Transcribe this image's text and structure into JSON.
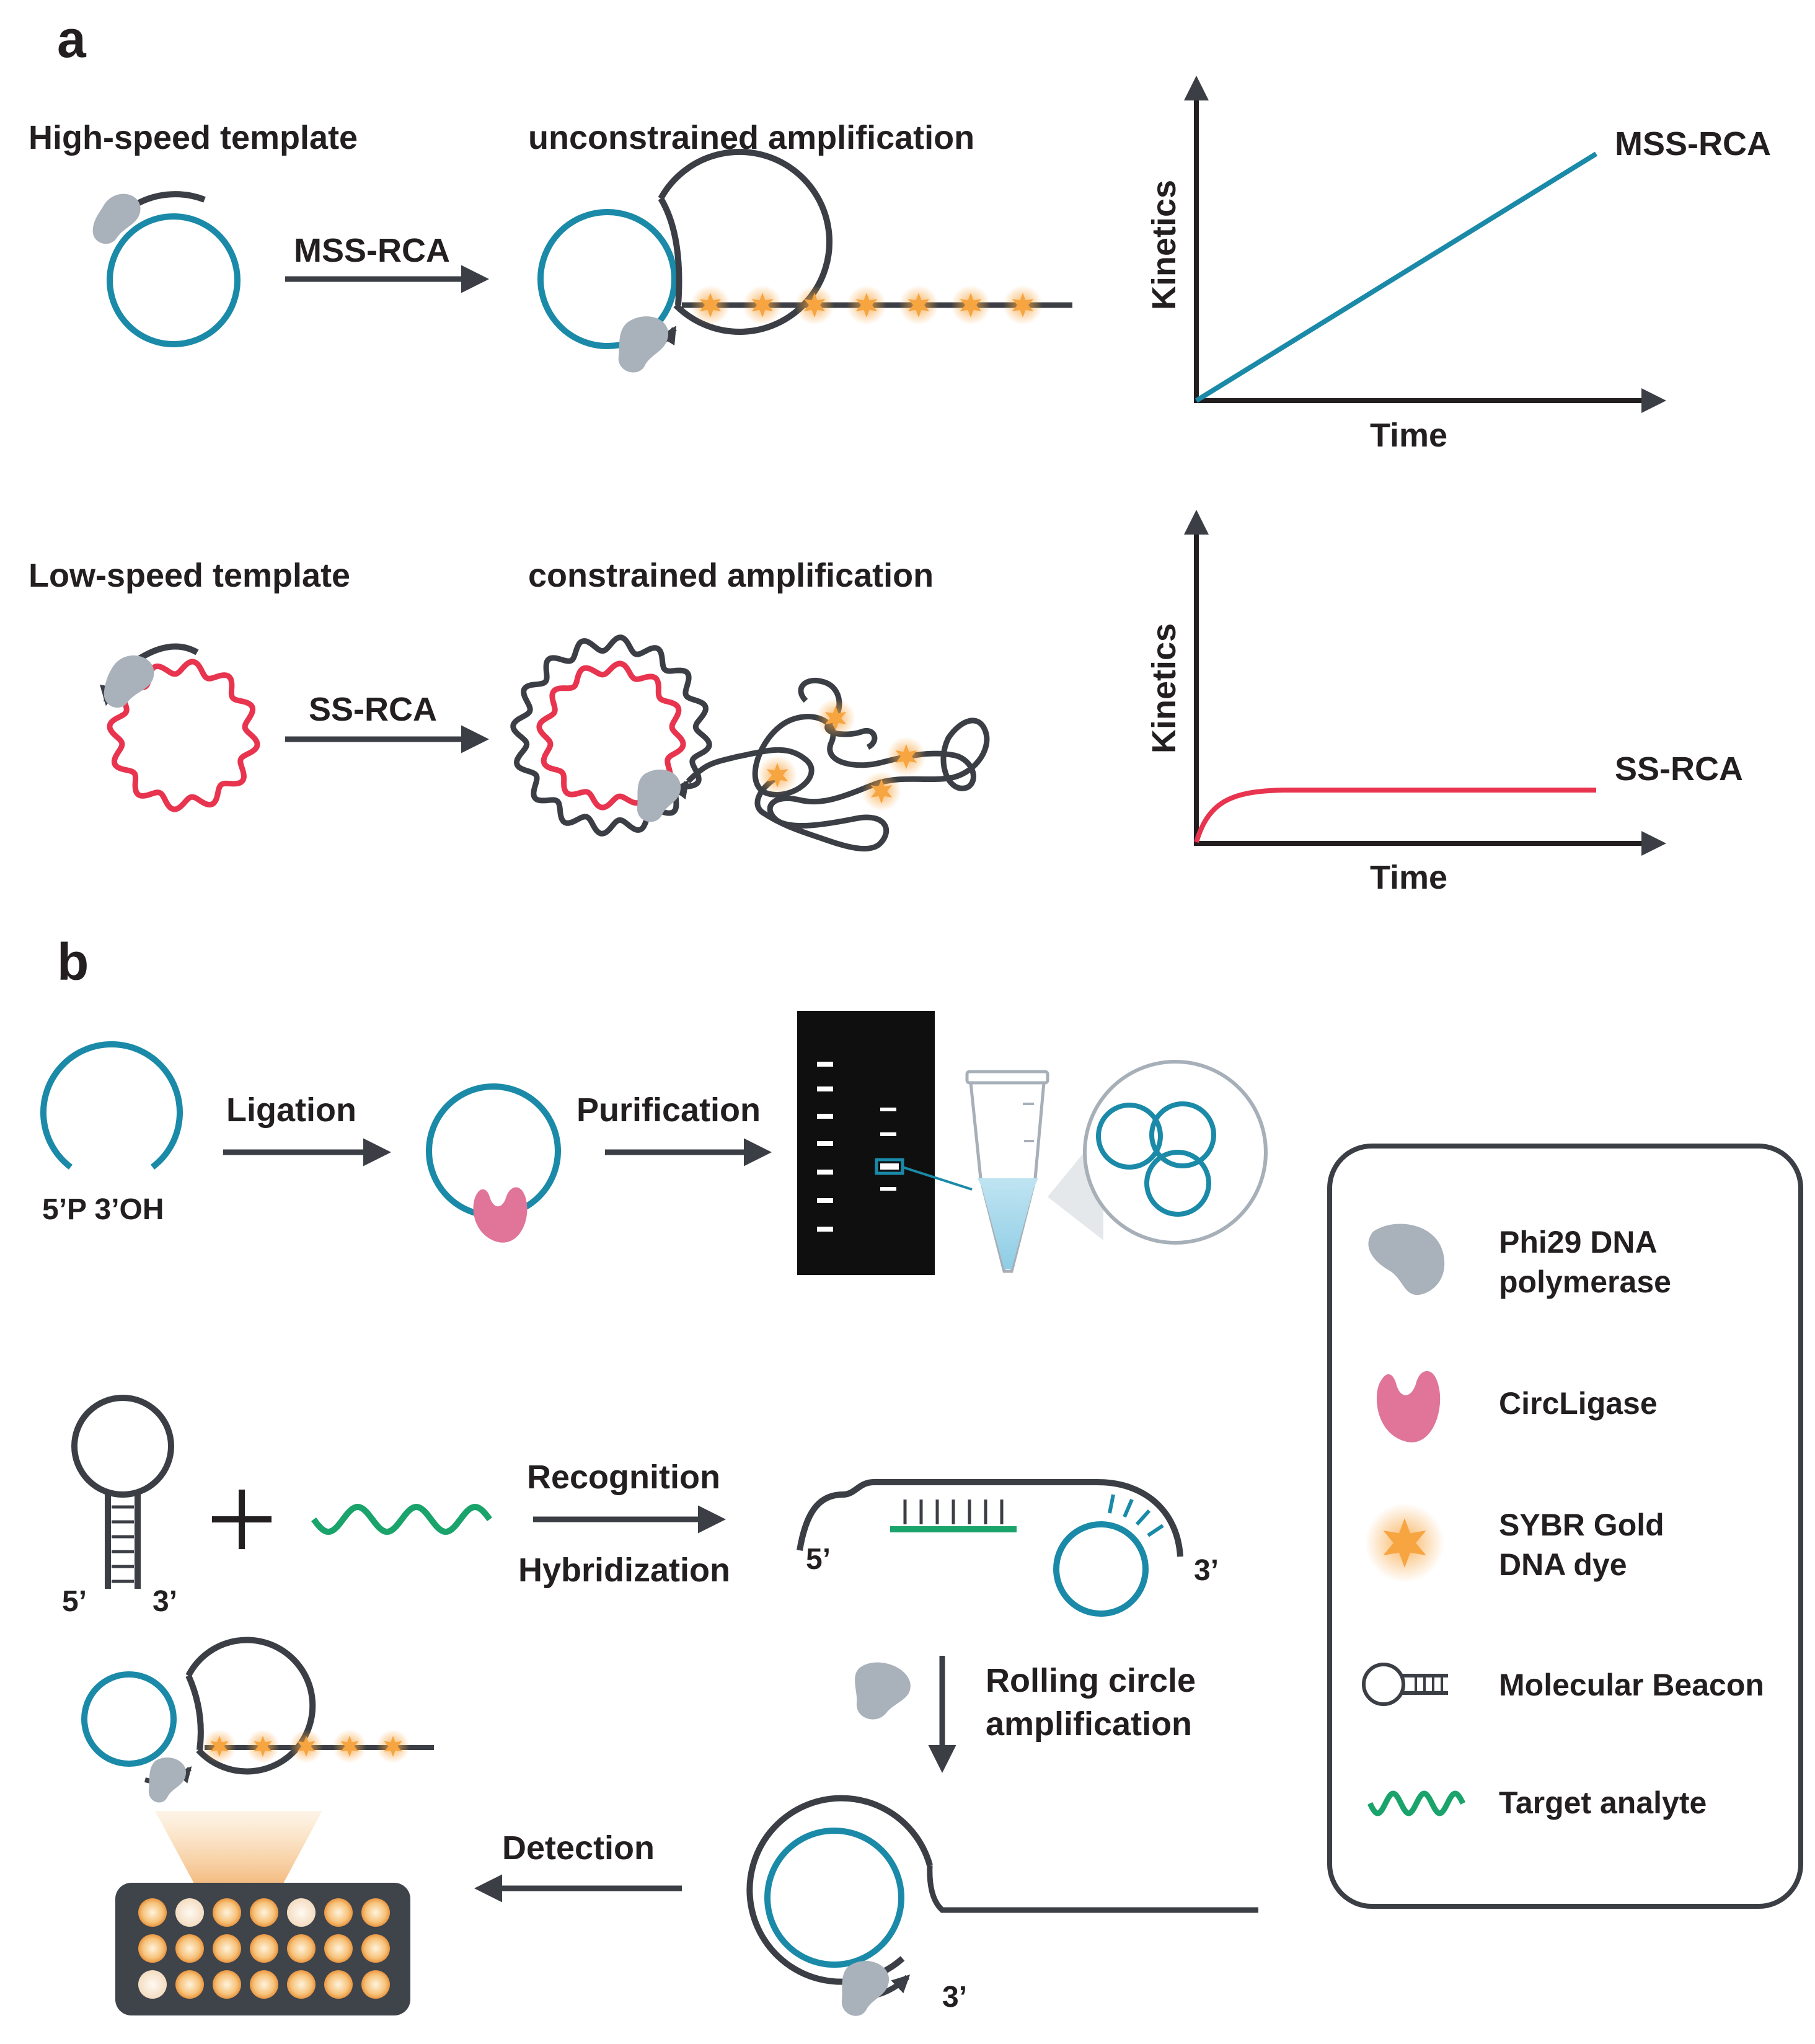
{
  "panel_a": {
    "label": "a",
    "row1": {
      "template_label": "High-speed template",
      "arrow_label": "MSS-RCA",
      "amplification_label": "unconstrained amplification",
      "chart": {
        "ylabel": "Kinetics",
        "xlabel": "Time",
        "series_label": "MSS-RCA",
        "shape": "linear"
      }
    },
    "row2": {
      "template_label": "Low-speed template",
      "arrow_label": "SS-RCA",
      "amplification_label": "constrained amplification",
      "chart": {
        "ylabel": "Kinetics",
        "xlabel": "Time",
        "series_label": "SS-RCA",
        "shape": "plateau"
      }
    }
  },
  "panel_b": {
    "label": "b",
    "ligation_label": "Ligation",
    "purification_label": "Purification",
    "ends_label": "5’P 3’OH",
    "beacon_5": "5’",
    "beacon_3": "3’",
    "recognition_label": "Recognition",
    "hybridization_label": "Hybridization",
    "hybrid_5": "5’",
    "hybrid_3": "3’",
    "rca_label_line1": "Rolling circle",
    "rca_label_line2": "amplification",
    "product_3": "3’",
    "detection_label": "Detection"
  },
  "legend": {
    "phi29_line1": "Phi29 DNA",
    "phi29_line2": "polymerase",
    "circligase": "CircLigase",
    "sybr_line1": "SYBR Gold",
    "sybr_line2": "DNA dye",
    "beacon": "Molecular Beacon",
    "target": "Target analyte"
  },
  "colors": {
    "teal": "#1a8aa8",
    "red": "#e8344e",
    "green": "#1aa36b",
    "dark": "#3b3f45",
    "gray_protein": "#a9b1bb",
    "pink": "#e07599",
    "orange": "#f7a541"
  },
  "well_plate": {
    "rows": [
      [
        "bright",
        "dim",
        "bright",
        "bright",
        "dim",
        "bright",
        "bright"
      ],
      [
        "bright",
        "bright",
        "bright",
        "bright",
        "bright",
        "bright",
        "bright"
      ],
      [
        "dim",
        "bright",
        "bright",
        "bright",
        "bright",
        "bright",
        "bright"
      ]
    ]
  }
}
